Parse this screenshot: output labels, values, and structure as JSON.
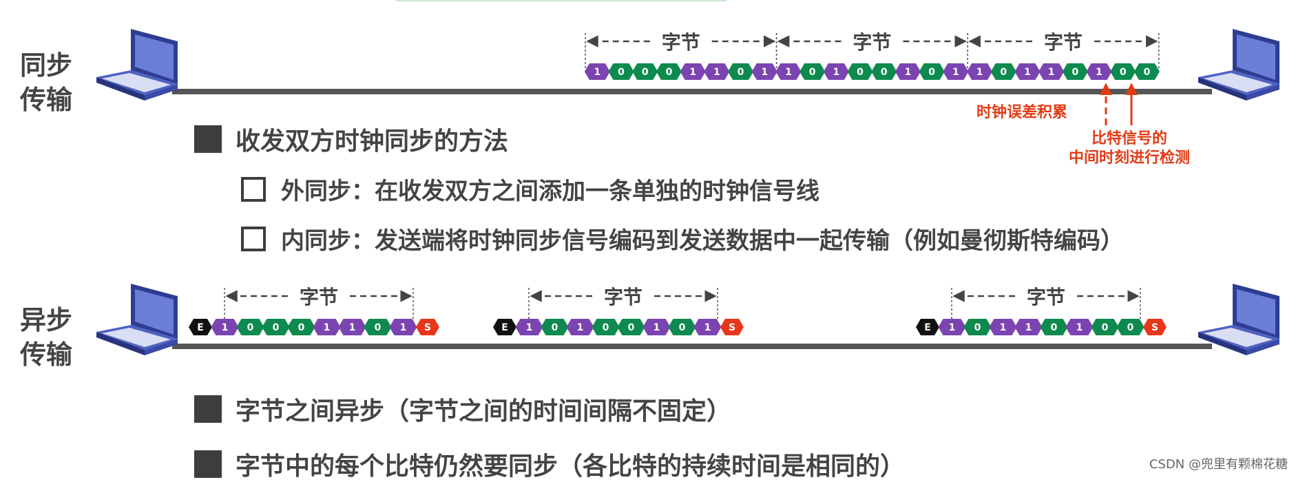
{
  "sections": {
    "sync_label": [
      "同步",
      "传输"
    ],
    "async_label": [
      "异步",
      "传输"
    ]
  },
  "byte_label": "字节",
  "sync_bits": [
    1,
    0,
    0,
    0,
    1,
    1,
    0,
    1,
    1,
    0,
    1,
    0,
    0,
    1,
    0,
    1,
    1,
    0,
    1,
    1,
    0,
    1,
    0,
    0
  ],
  "async_groups": [
    {
      "start": "E",
      "bits": [
        1,
        0,
        0,
        0,
        1,
        1,
        0,
        1
      ],
      "stop": "S"
    },
    {
      "start": "E",
      "bits": [
        1,
        0,
        1,
        0,
        0,
        1,
        0,
        1
      ],
      "stop": "S"
    },
    {
      "start": "E",
      "bits": [
        1,
        0,
        1,
        1,
        0,
        1,
        0,
        0
      ],
      "stop": "S"
    }
  ],
  "annotations": {
    "clock_error": "时钟误差积累",
    "bit_detect_line1": "比特信号的",
    "bit_detect_line2": "中间时刻进行检测"
  },
  "bullets": {
    "sync_method": "收发双方时钟同步的方法",
    "external": "外同步：在收发双方之间添加一条单独的时钟信号线",
    "internal": "内同步：发送端将时钟同步信号编码到发送数据中一起传输（例如曼彻斯特编码）",
    "async1": "字节之间异步（字节之间的时间间隔不固定）",
    "async2": "字节中的每个比特仍然要同步（各比特的持续时间是相同的）"
  },
  "watermark": "CSDN @兜里有颗棉花糖",
  "colors": {
    "bit_one": "#7b44b0",
    "bit_zero": "#0e8a4e",
    "start_bit": "#111111",
    "stop_bit": "#e8361a",
    "annotation": "#e23b16",
    "line": "#555555"
  }
}
